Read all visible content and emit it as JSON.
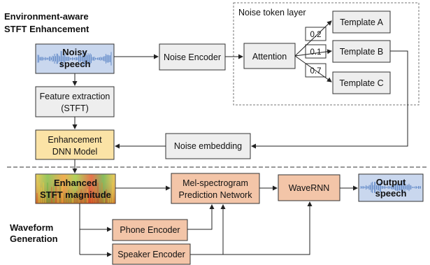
{
  "sections": {
    "stft_title_line1": "Environment-aware",
    "stft_title_line2": "STFT Enhancement",
    "waveform_title_line1": "Waveform",
    "waveform_title_line2": "Generation"
  },
  "noise_token_layer": {
    "label": "Noise token layer",
    "templates": [
      {
        "label": "Template A",
        "weight": "0.2"
      },
      {
        "label": "Template B",
        "weight": "0.1"
      },
      {
        "label": "Template C",
        "weight": "0.7"
      }
    ],
    "attention_label": "Attention"
  },
  "nodes": {
    "noisy_speech_line1": "Noisy",
    "noisy_speech_line2": "speech",
    "noise_encoder": "Noise Encoder",
    "feature_extraction_line1": "Feature extraction",
    "feature_extraction_line2": "(STFT)",
    "enhancement_line1": "Enhancement",
    "enhancement_line2": "DNN Model",
    "noise_embedding": "Noise embedding",
    "enhanced_line1": "Enhanced",
    "enhanced_line2": "STFT magnitude",
    "mel_line1": "Mel-spectrogram",
    "mel_line2": "Prediction Network",
    "wavernn": "WaveRNN",
    "output_line1": "Output",
    "output_line2": "speech",
    "phone_encoder": "Phone Encoder",
    "speaker_encoder": "Speaker Encoder"
  },
  "colors": {
    "gray_box": "#eeeeee",
    "yellow_box": "#fbe3a6",
    "orange_box": "#f3c5a8",
    "blue_box": "#c9d7ee",
    "waveform_blue": "#4a78c0"
  }
}
